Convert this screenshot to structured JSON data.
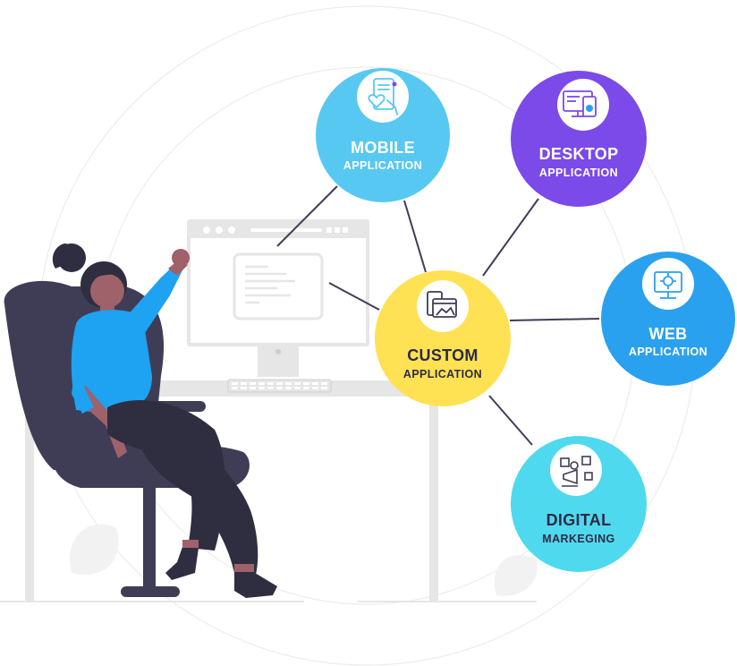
{
  "nodes": {
    "mobile": {
      "title": "MOBILE",
      "subtitle": "APPLICATION",
      "color": "#57c8f1",
      "icon": "phone-heart-icon"
    },
    "desktop": {
      "title": "DESKTOP",
      "subtitle": "APPLICATION",
      "color": "#7b4ae8",
      "icon": "monitor-phone-icon"
    },
    "web": {
      "title": "WEB",
      "subtitle": "APPLICATION",
      "color": "#2aa1ee",
      "icon": "gear-screen-icon"
    },
    "custom": {
      "title": "CUSTOM",
      "subtitle": "APPLICATION",
      "color": "#ffe154",
      "icon": "app-window-icon"
    },
    "digital": {
      "title": "DIGITAL",
      "subtitle": "MARKEGING",
      "color": "#4fd9ee",
      "icon": "megaphone-media-icon"
    }
  },
  "illustration": {
    "person_top_color": "#1ea2f2",
    "chair_color": "#3f3d56",
    "monitor_color": "#e6e6e6"
  }
}
